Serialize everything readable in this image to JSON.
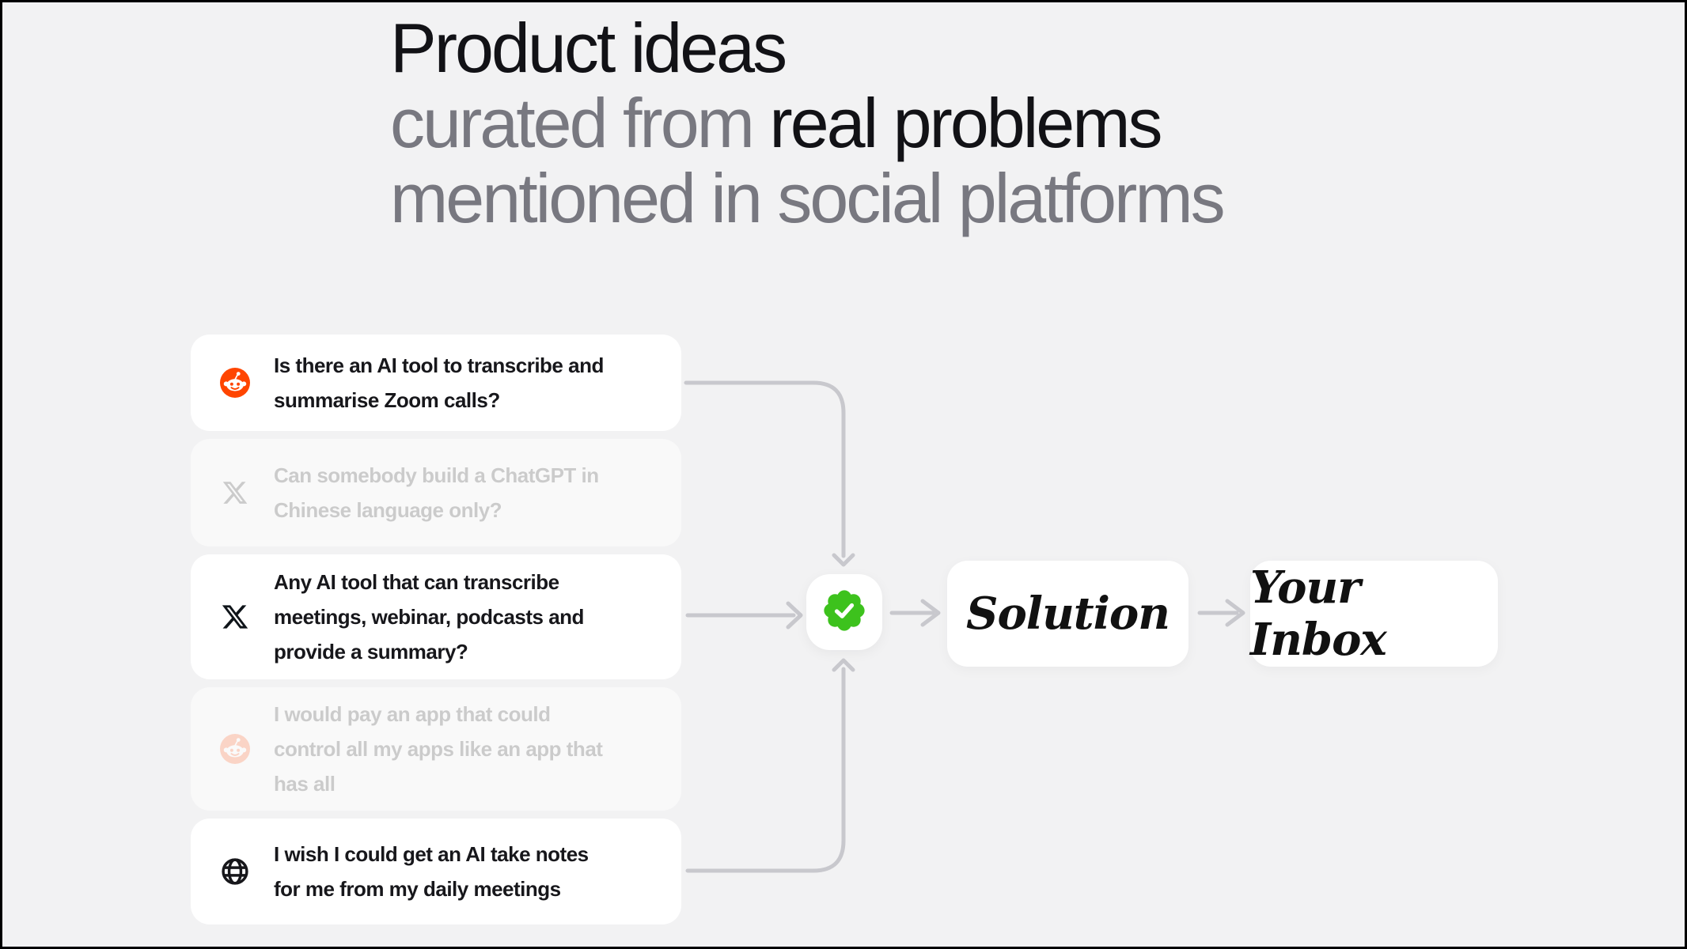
{
  "title": {
    "line1": "Product ideas",
    "line2_gray": "curated from ",
    "line2_dark": "real problems",
    "line3": "mentioned in social platforms"
  },
  "posts": [
    {
      "source": "reddit",
      "faded": false,
      "text": "Is there an AI tool to transcribe and\nsummarise Zoom calls?"
    },
    {
      "source": "x-twitter",
      "faded": true,
      "text": "Can somebody build a ChatGPT in\nChinese language only?"
    },
    {
      "source": "x-twitter",
      "faded": false,
      "text": "Any AI tool that can transcribe\nmeetings, webinar, podcasts and\nprovide a summary?"
    },
    {
      "source": "reddit",
      "faded": true,
      "text": "I would pay an app that could\ncontrol all my apps like an app that\nhas all"
    },
    {
      "source": "web",
      "faded": false,
      "text": "I wish I could get an AI take notes\nfor me from my daily meetings"
    }
  ],
  "flow": {
    "badge_icon": "verified-check",
    "solution_label": "Solution",
    "inbox_label": "Your Inbox"
  },
  "colors": {
    "background": "#F2F2F3",
    "title_dark": "#121216",
    "title_gray": "#787880",
    "card_text": "#17171B",
    "arrow_gray": "#C8C8CD",
    "reddit_orange": "#FF4500",
    "accent_green": "#3DC21D",
    "card_white": "#FFFFFF"
  }
}
